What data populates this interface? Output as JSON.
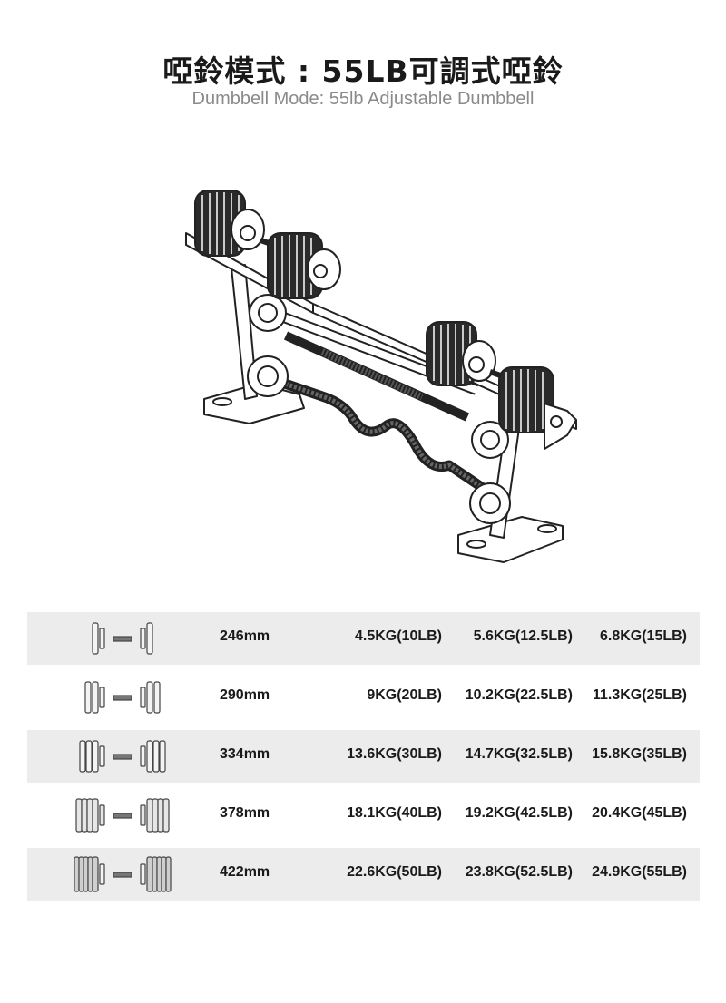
{
  "header": {
    "title": "啞鈴模式 : 55LB可調式啞鈴",
    "subtitle": "Dumbbell Mode: 55lb  Adjustable Dumbbell"
  },
  "illustration": {
    "icon": "dumbbell-rack-illustration"
  },
  "rows": [
    {
      "length": "246mm",
      "weights": [
        "4.5KG(10LB)",
        "5.6KG(12.5LB)",
        "6.8KG(15LB)"
      ],
      "icon": "dumbbell-1-plate-icon"
    },
    {
      "length": "290mm",
      "weights": [
        "9KG(20LB)",
        "10.2KG(22.5LB)",
        "11.3KG(25LB)"
      ],
      "icon": "dumbbell-2-plate-icon"
    },
    {
      "length": "334mm",
      "weights": [
        "13.6KG(30LB)",
        "14.7KG(32.5LB)",
        "15.8KG(35LB)"
      ],
      "icon": "dumbbell-3-plate-icon"
    },
    {
      "length": "378mm",
      "weights": [
        "18.1KG(40LB)",
        "19.2KG(42.5LB)",
        "20.4KG(45LB)"
      ],
      "icon": "dumbbell-4-plate-icon"
    },
    {
      "length": "422mm",
      "weights": [
        "22.6KG(50LB)",
        "23.8KG(52.5LB)",
        "24.9KG(55LB)"
      ],
      "icon": "dumbbell-5-plate-icon"
    }
  ]
}
